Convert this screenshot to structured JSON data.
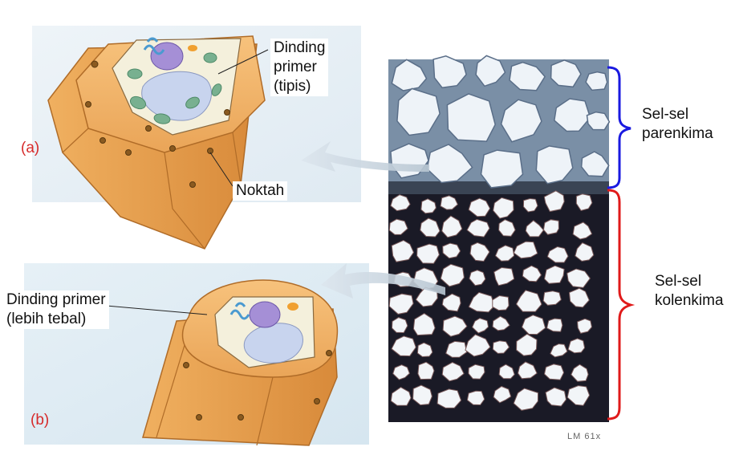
{
  "labels": {
    "primary_wall_thin": "Dinding\nprimer\n(tipis)",
    "pit": "Noktah",
    "primary_wall_thick": "Dinding primer\n(lebih tebal)",
    "panel_a": "(a)",
    "panel_b": "(b)",
    "parenchyma_cells": "Sel-sel\nparenkima",
    "collenchyma_cells": "Sel-sel\nkolenkima",
    "magnification": "LM 61x"
  },
  "colors": {
    "cell_wall": "#e8a050",
    "cell_wall_dark": "#c87a30",
    "cytoplasm": "#f4f0dc",
    "nucleus": "#a58fd6",
    "vacuole": "#c8d4ee",
    "chloroplast": "#78b090",
    "parenchyma_bracket": "#1a1ae0",
    "collenchyma_bracket": "#e01a1a",
    "panel_label": "#d62a2a"
  }
}
